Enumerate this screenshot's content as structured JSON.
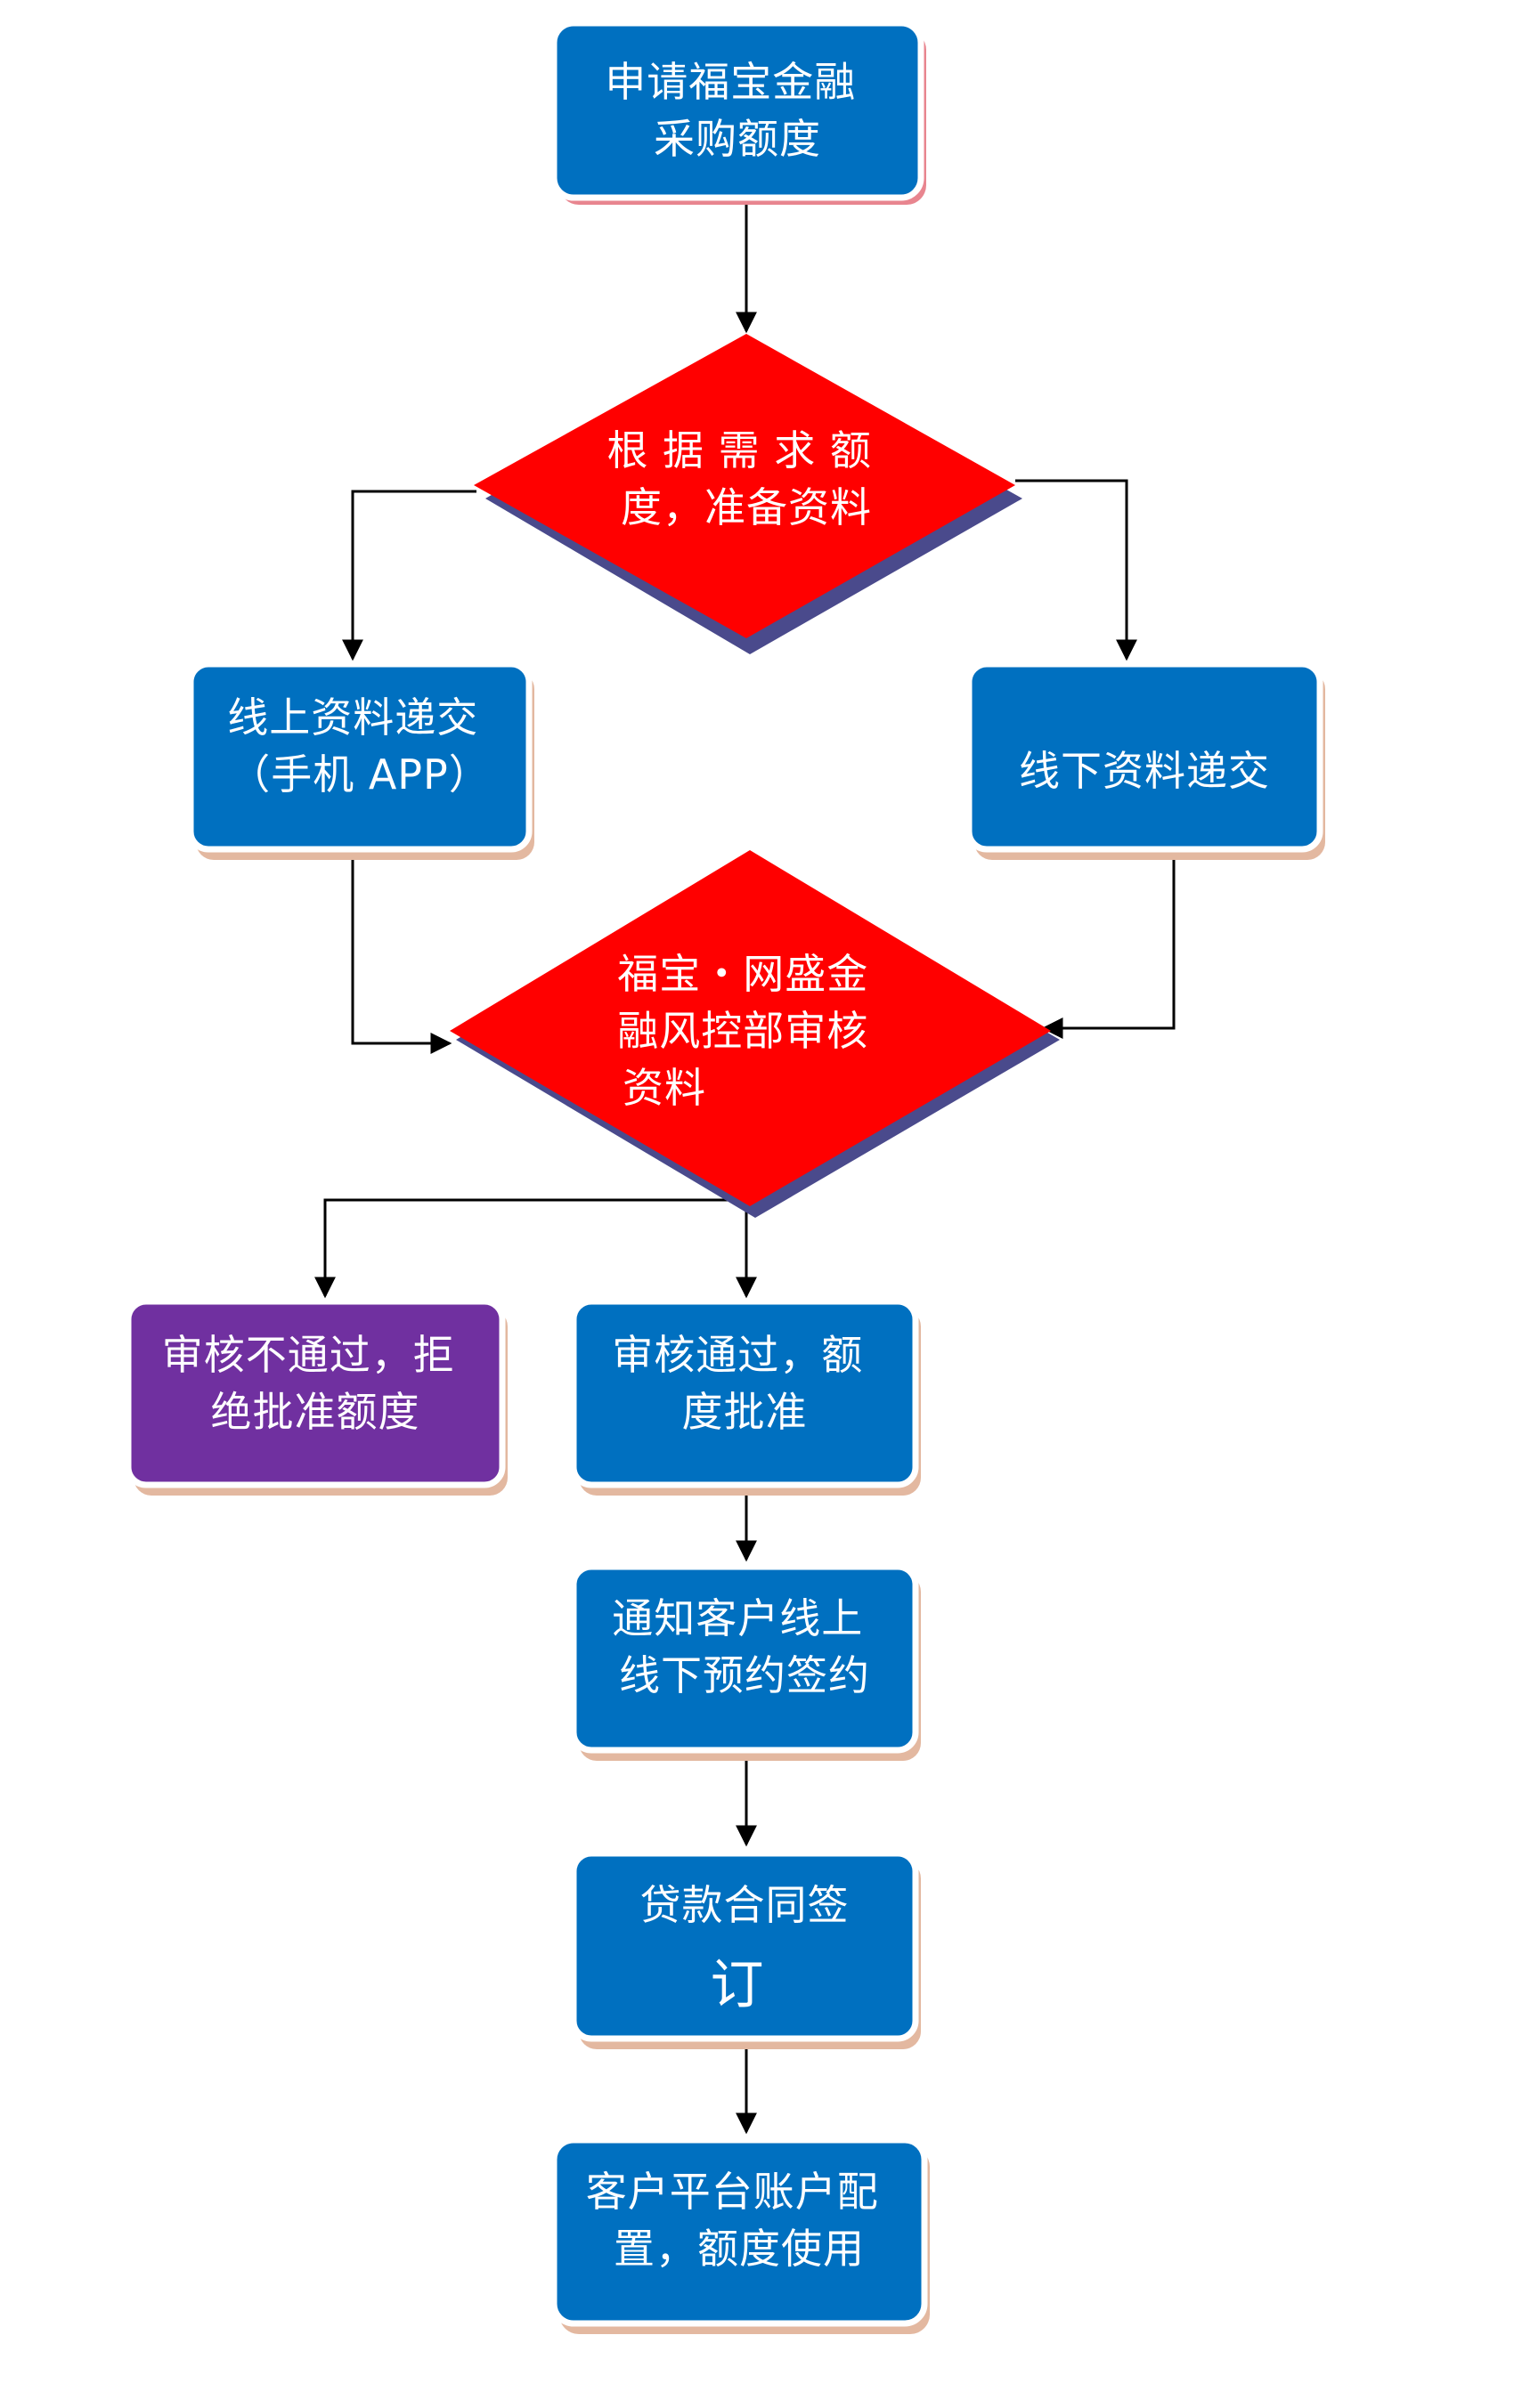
{
  "colors": {
    "box_fill": "#0070c0",
    "box_border": "#ffffff",
    "box_shadow": "#e3b8a0",
    "start_shadow": "#e8858f",
    "diamond_fill": "#ff0000",
    "diamond_shadow": "#4a4a8c",
    "reject_fill": "#7030a0",
    "text": "#ffffff",
    "line": "#000000"
  },
  "nodes": {
    "apply": {
      "lines": [
        "申请福宝金融",
        "采购额度"
      ]
    },
    "prepare": {
      "lines": [
        "根 据 需 求 额",
        "度，准备资料"
      ]
    },
    "online": {
      "lines": [
        "线上资料递交",
        "（手机 APP）"
      ]
    },
    "offline": {
      "lines": [
        "线下资料递交"
      ]
    },
    "review": {
      "lines": [
        "福宝・网盛金",
        "融风控部审核",
        "资料"
      ]
    },
    "reject": {
      "lines": [
        "审核不通过，拒",
        "绝批准额度"
      ]
    },
    "approve": {
      "lines": [
        "审核通过，额",
        "度批准"
      ]
    },
    "notify": {
      "lines": [
        "通知客户线上",
        "线下预约签约"
      ]
    },
    "contract": {
      "lines": [
        "贷款合同签",
        "订"
      ]
    },
    "config": {
      "lines": [
        "客户平台账户配",
        "置，额度使用"
      ]
    }
  }
}
